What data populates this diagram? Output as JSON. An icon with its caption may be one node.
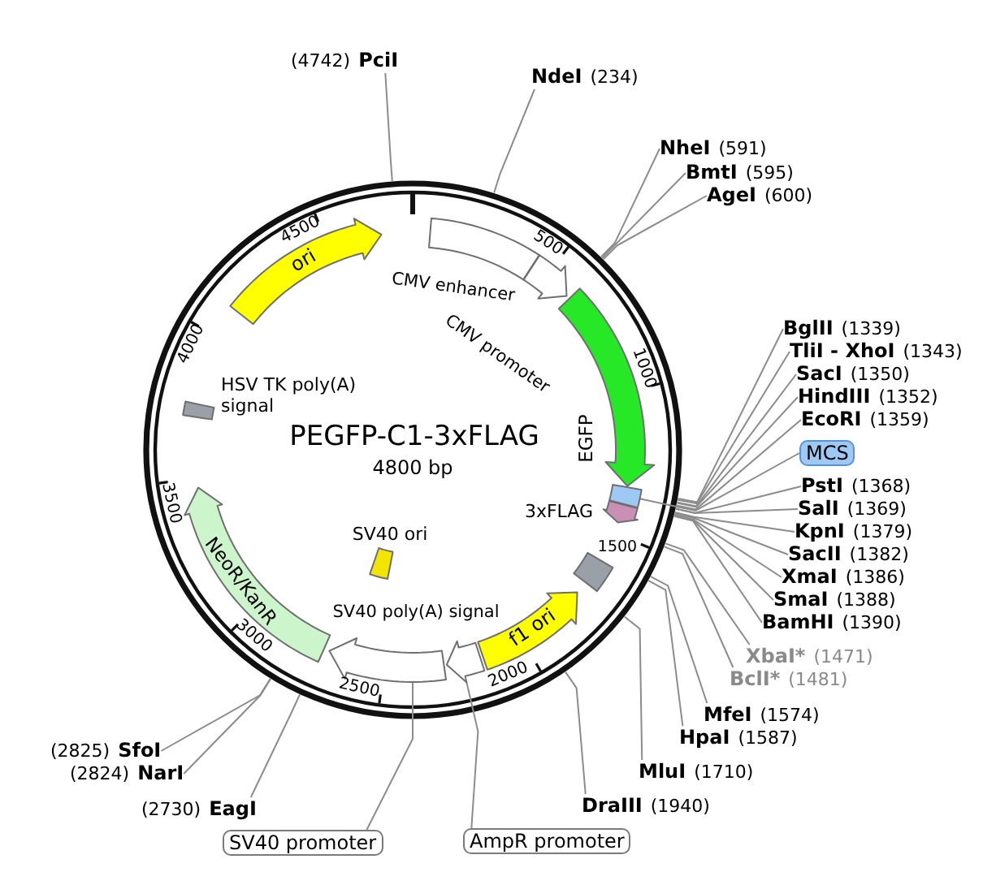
{
  "diagram": {
    "title": "PEGFP-C1-3xFLAG",
    "nodes": [
      {
        "text": [
          "(4742)",
          "PciI"
        ]
      },
      {
        "text": [
          "NdeI",
          "(234)"
        ]
      },
      {
        "text": [
          "NheI",
          "(591)"
        ]
      },
      {
        "text": [
          "BmtI",
          "(595)"
        ]
      },
      {
        "text": [
          "AgeI",
          "(600)"
        ]
      },
      {
        "text": [
          "BglII",
          "(1339)"
        ]
      },
      {
        "text": [
          "TliI - XhoI",
          "(1343)"
        ]
      },
      {
        "text": [
          "SacI",
          "(1350)"
        ]
      },
      {
        "text": [
          "HindIII",
          "(1352)"
        ]
      },
      {
        "text": [
          "EcoRI",
          "(1359)"
        ]
      },
      {
        "text": [
          "MCS"
        ]
      },
      {
        "text": [
          "PstI",
          "(1368)"
        ]
      },
      {
        "text": [
          "SalI",
          "(1369)"
        ]
      },
      {
        "text": [
          "KpnI",
          "(1379)"
        ]
      },
      {
        "text": [
          "SacII",
          "(1382)"
        ]
      },
      {
        "text": [
          "XmaI",
          "(1386)"
        ]
      },
      {
        "text": [
          "SmaI",
          "(1388)"
        ]
      },
      {
        "text": [
          "BamHI",
          "(1390)"
        ]
      },
      {
        "text": [
          "XbaI*",
          "(1471)"
        ]
      },
      {
        "text": [
          "BclI*",
          "(1481)"
        ]
      },
      {
        "text": [
          "MfeI",
          "(1574)"
        ]
      },
      {
        "text": [
          "HpaI",
          "(1587)"
        ]
      },
      {
        "text": [
          "MluI",
          "(1710)"
        ]
      },
      {
        "text": [
          "DraIII",
          "(1940)"
        ]
      },
      {
        "text": [
          "AmpR promoter"
        ]
      },
      {
        "text": [
          "SV40 promoter"
        ]
      },
      {
        "text": [
          "(2730)",
          "EagI"
        ]
      },
      {
        "text": [
          "(2824)",
          "NarI"
        ]
      },
      {
        "text": [
          "(2825)",
          "SfoI"
        ]
      },
      {
        "text": [],
        "shape": "bar",
        "beside": [
          "CMV enhancer"
        ]
      },
      {
        "text": [],
        "shape": "arrow"
      },
      {
        "text": [],
        "shape": "arrow",
        "beside": [
          "EGFP"
        ]
      },
      {
        "text": [],
        "shape": "box"
      },
      {
        "text": [],
        "shape": "arrow"
      },
      {
        "text": [],
        "shape": "box"
      },
      {
        "text": [
          "f1 ori"
        ]
      },
      {
        "text": [],
        "shape": "arrow"
      },
      {
        "text": [],
        "shape": "arrow"
      },
      {
        "text": [],
        "shape": "box",
        "beside": [
          "SV40 ori"
        ]
      },
      {
        "text": [
          "NeoR/KanR"
        ]
      },
      {
        "text": [],
        "shape": "box",
        "beside": [
          "HSV TK poly(A) signal"
        ]
      },
      {
        "text": [
          "ori"
        ]
      }
    ],
    "edges": [
      {
        "from": 0,
        "to": null,
        "arrow": "none"
      },
      {
        "from": 1,
        "to": null,
        "arrow": "none"
      },
      {
        "from": 2,
        "to": null,
        "arrow": "none"
      },
      {
        "from": 3,
        "to": null,
        "arrow": "none"
      },
      {
        "from": 4,
        "to": null,
        "arrow": "none"
      },
      {
        "from": 5,
        "to": null,
        "arrow": "none"
      },
      {
        "from": 6,
        "to": null,
        "arrow": "none"
      },
      {
        "from": 7,
        "to": null,
        "arrow": "none"
      },
      {
        "from": 8,
        "to": null,
        "arrow": "none"
      },
      {
        "from": 9,
        "to": null,
        "arrow": "none"
      },
      {
        "from": 10,
        "to": 32,
        "arrow": "none"
      },
      {
        "from": 11,
        "to": null,
        "arrow": "none"
      },
      {
        "from": 12,
        "to": null,
        "arrow": "none"
      },
      {
        "from": 13,
        "to": null,
        "arrow": "none"
      },
      {
        "from": 14,
        "to": null,
        "arrow": "none"
      },
      {
        "from": 15,
        "to": null,
        "arrow": "none"
      },
      {
        "from": 16,
        "to": null,
        "arrow": "none"
      },
      {
        "from": 17,
        "to": null,
        "arrow": "none"
      },
      {
        "from": 18,
        "to": null,
        "arrow": "none"
      },
      {
        "from": 19,
        "to": null,
        "arrow": "none"
      },
      {
        "from": 20,
        "to": null,
        "arrow": "none"
      },
      {
        "from": 21,
        "to": null,
        "arrow": "none"
      },
      {
        "from": 22,
        "to": null,
        "arrow": "none"
      },
      {
        "from": 23,
        "to": null,
        "arrow": "none"
      },
      {
        "from": 24,
        "to": 36,
        "arrow": "none"
      },
      {
        "from": 25,
        "to": 37,
        "arrow": "none"
      },
      {
        "from": 26,
        "to": null,
        "arrow": "none"
      },
      {
        "from": 27,
        "to": null,
        "arrow": "none"
      },
      {
        "from": 28,
        "to": null,
        "arrow": "none"
      }
    ],
    "labels": [
      "CMV promoter",
      "4800 bp",
      "3xFLAG",
      "SV40 poly(A) signal",
      "500",
      "1000",
      "1500",
      "2000",
      "2500",
      "3000",
      "3500",
      "4000",
      "4500"
    ]
  }
}
